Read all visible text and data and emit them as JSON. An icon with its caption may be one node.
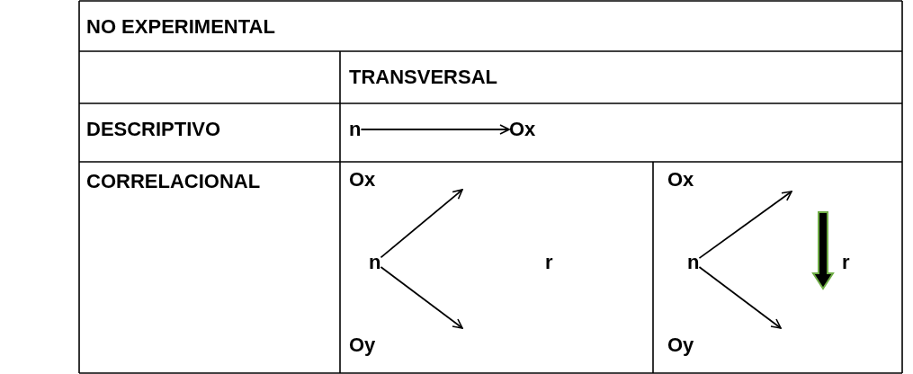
{
  "diagram": {
    "nodes": [
      {
        "text": [
          "n"
        ]
      },
      {
        "text": [
          "Ox"
        ]
      },
      {
        "text": [
          "Ox"
        ]
      },
      {
        "text": [
          "n"
        ]
      },
      {
        "text": [
          "Oy"
        ]
      },
      {
        "text": [
          "Ox"
        ]
      },
      {
        "text": [
          "n"
        ]
      },
      {
        "text": [
          "Oy"
        ]
      }
    ],
    "edges": [
      {
        "from": 0,
        "to": 1,
        "arrow": "to"
      },
      {
        "from": 3,
        "to": null,
        "arrow": "to"
      },
      {
        "from": 3,
        "to": null,
        "arrow": "to"
      },
      {
        "from": 6,
        "to": null,
        "arrow": "to"
      },
      {
        "from": 6,
        "to": null,
        "arrow": "to"
      }
    ],
    "labels": [
      "NO EXPERIMENTAL",
      "TRANSVERSAL",
      "DESCRIPTIVO",
      "CORRELACIONAL",
      "r",
      "r"
    ]
  }
}
